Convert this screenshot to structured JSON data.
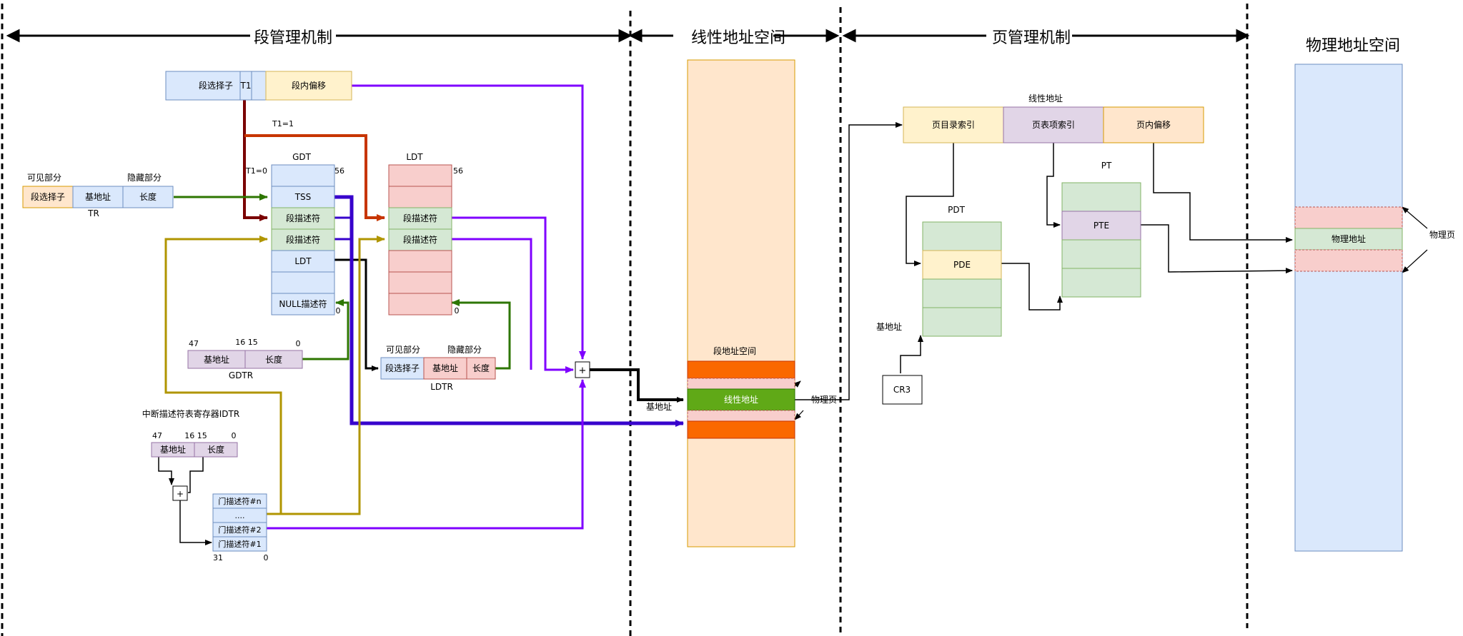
{
  "sections": {
    "segment": "段管理机制",
    "linear": "线性地址空间",
    "page": "页管理机制",
    "physical": "物理地址空间"
  },
  "logical_address": {
    "selector": "段选择子",
    "ti": "T1",
    "offset": "段内偏移"
  },
  "labels": {
    "t1_eq_1": "T1=1",
    "t1_eq_0": "T1=0",
    "gdt": "GDT",
    "ldt": "LDT",
    "num_56_gdt": "56",
    "num_56_ldt": "56",
    "num_0_gdt": "0",
    "num_0_ldt": "0",
    "seg_space": "段地址空间",
    "base_addr": "基地址",
    "phys_page": "物理页",
    "phys_page2": "物理页",
    "linear_addr_title": "线性地址",
    "pdt": "PDT",
    "pt": "PT",
    "pd_base": "基地址",
    "cr3": "CR3",
    "physical_addr": "物理地址"
  },
  "tr": {
    "visible": "可见部分",
    "hidden": "隐藏部分",
    "selector": "段选择子",
    "base": "基地址",
    "limit": "长度",
    "name": "TR"
  },
  "gdt_entries": [
    "",
    "TSS",
    "段描述符",
    "段描述符",
    "LDT",
    "",
    "NULL描述符"
  ],
  "ldt_entries": [
    "",
    "",
    "段描述符",
    "段描述符",
    "",
    "",
    ""
  ],
  "gdtr": {
    "n47": "47",
    "n1615": "16 15",
    "n0": "0",
    "base": "基地址",
    "limit": "长度",
    "name": "GDTR"
  },
  "ldtr": {
    "visible": "可见部分",
    "hidden": "隐藏部分",
    "selector": "段选择子",
    "base": "基地址",
    "limit": "长度",
    "name": "LDTR"
  },
  "idtr": {
    "title": "中断描述符表寄存器IDTR",
    "n47": "47",
    "n1615": "16 15",
    "n0": "0",
    "base": "基地址",
    "limit": "长度"
  },
  "idt": {
    "entries": [
      "门描述符#n",
      "....",
      "门描述符#2",
      "门描述符#1"
    ],
    "n31": "31",
    "n0": "0"
  },
  "adders": {
    "main": "+",
    "idt": "+"
  },
  "linear_block": {
    "linear": "线性地址"
  },
  "page_linear": {
    "dir": "页目录索引",
    "table": "页表项索引",
    "offset": "页内偏移"
  },
  "pde": "PDE",
  "pte": "PTE",
  "colors": {
    "blue": "#dae8fc",
    "blue_stroke": "#6c8ebf",
    "yellow": "#fff2cc",
    "yellow_stroke": "#d6b656",
    "green": "#d5e8d4",
    "green_stroke": "#82b366",
    "red": "#f8cecc",
    "red_stroke": "#b85450",
    "purple": "#e1d5e7",
    "purple_stroke": "#9673a6",
    "orange_light": "#ffe6cc",
    "orange_stroke": "#d79b00",
    "orange": "#fa6800",
    "lime": "#60a917"
  }
}
